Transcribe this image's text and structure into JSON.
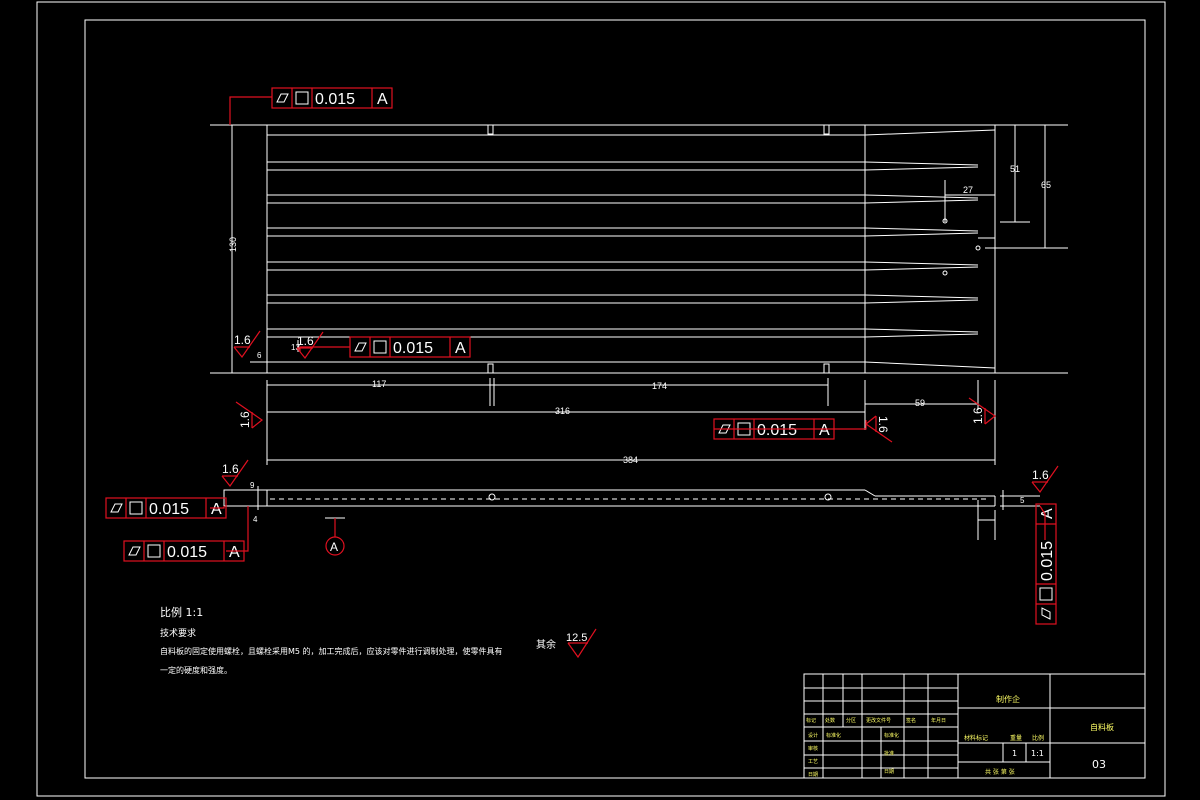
{
  "drawing": {
    "scale_label": "比例  1:1",
    "tech_req_title": "技术要求",
    "tech_req_line1": "自料板的固定使用螺栓，且螺栓采用M5 的，加工完成后，应该对零件进行调制处理，使零件具有",
    "tech_req_line2": "一定的硬度和强度。",
    "rest_label": "其余",
    "rest_roughness": "12.5",
    "datum_letter": "A",
    "tolerance": {
      "flatness_symbol": "flatness-icon",
      "square_symbol": "square-icon",
      "value": "0.015",
      "datum": "A"
    },
    "roughness_values": [
      "1.6",
      "1.6",
      "1.6",
      "1.6",
      "1.6",
      "1.6"
    ],
    "dimensions": {
      "d117": "117",
      "d174": "174",
      "d316": "316",
      "d384": "384",
      "d59": "59",
      "d27": "27",
      "d51": "51",
      "d65": "65",
      "d130": "130",
      "d6": "6",
      "d13": "13",
      "d9": "9",
      "d4": "4",
      "d5": "5"
    }
  },
  "title_block": {
    "part_name": "制作企",
    "drawing_name": "自料板",
    "drawing_number": "03",
    "qty": "1",
    "scale": "1:1",
    "material_label": "材料标记",
    "weight_label": "重量",
    "scale_label": "比例",
    "sheet_note": "共 张 第 张",
    "row_labels": [
      "标记",
      "处数",
      "分区",
      "更改文件号",
      "签名",
      "年月日"
    ],
    "left_labels": [
      "设计",
      "审核",
      "工艺",
      "日期"
    ],
    "mid_labels": [
      "标准化",
      "批准",
      "日期"
    ],
    "col_std": "标准化"
  },
  "colors": {
    "line": "#ffffff",
    "annotation": "#e01020",
    "title_text": "#ffff66",
    "background": "#000000"
  }
}
